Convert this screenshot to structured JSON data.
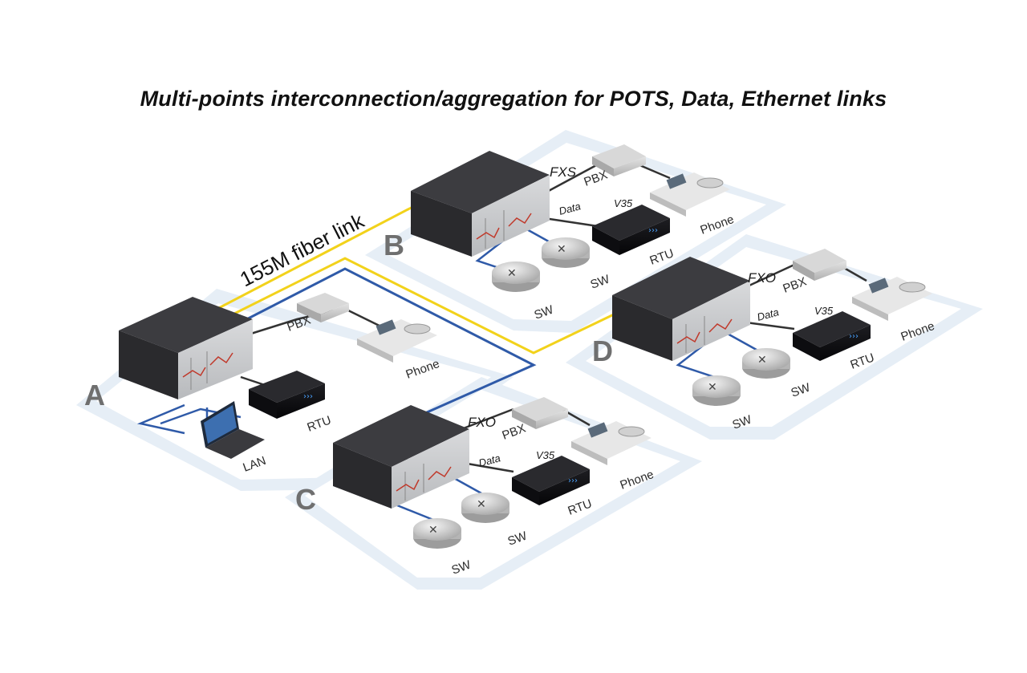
{
  "title": "Multi-points interconnection/aggregation for POTS, Data, Ethernet links",
  "fiber_label": "155M fiber link",
  "sites": {
    "A": {
      "name": "A",
      "pbx": "PBX",
      "phone": "Phone",
      "rtu": "RTU",
      "lan": "LAN"
    },
    "B": {
      "name": "B",
      "iface": "FXS",
      "pbx": "PBX",
      "data": "Data",
      "v35": "V35",
      "rtu": "RTU",
      "phone": "Phone",
      "sw1": "SW",
      "sw2": "SW"
    },
    "C": {
      "name": "C",
      "iface": "FXO",
      "pbx": "PBX",
      "data": "Data",
      "v35": "V35",
      "rtu": "RTU",
      "phone": "Phone",
      "sw1": "SW",
      "sw2": "SW"
    },
    "D": {
      "name": "D",
      "iface": "FXO",
      "pbx": "PBX",
      "data": "Data",
      "v35": "V35",
      "rtu": "RTU",
      "phone": "Phone",
      "sw1": "SW",
      "sw2": "SW"
    }
  },
  "colors": {
    "platform": "#e6eef6",
    "fiber_yellow": "#f2d21b",
    "fiber_blue": "#2f5aa8",
    "chassis": "#2a2a2d",
    "chassis_top": "#3c3c40"
  }
}
